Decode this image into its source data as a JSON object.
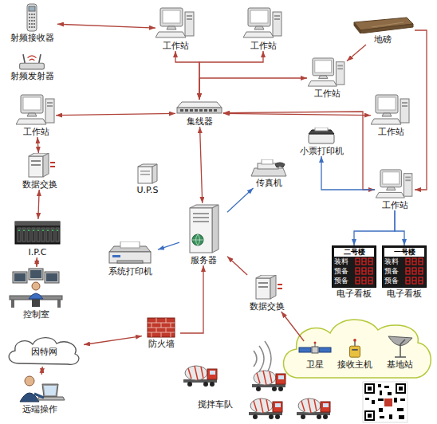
{
  "diagram": {
    "nodes": [
      {
        "text": [
          "射频接收器"
        ]
      },
      {
        "text": [
          "工作站"
        ]
      },
      {
        "text": [
          "工作站"
        ]
      },
      {
        "text": [
          "地磅"
        ]
      },
      {
        "text": [
          "射频发射器"
        ]
      },
      {
        "text": [
          "工作站"
        ]
      },
      {
        "text": [
          "集线器"
        ]
      },
      {
        "text": [
          "工作站"
        ]
      },
      {
        "text": [
          "工作站"
        ]
      },
      {
        "text": [
          "小票打印机"
        ]
      },
      {
        "text": [
          "数据交换"
        ]
      },
      {
        "text": [
          "U.P.S"
        ]
      },
      {
        "text": [
          "传真机"
        ]
      },
      {
        "text": [
          "工作站"
        ]
      },
      {
        "text": [
          "I.P.C"
        ]
      },
      {
        "text": [
          "服务器"
        ]
      },
      {
        "text": [
          "系统打印机"
        ]
      },
      {
        "text": [
          "二号楼",
          "装料",
          "预备",
          "预备",
          "电子看板"
        ]
      },
      {
        "text": [
          "一号楼",
          "装料",
          "预备",
          "预备",
          "电子看板"
        ]
      },
      {
        "text": [
          "数据交换"
        ]
      },
      {
        "text": [
          "控制室"
        ]
      },
      {
        "text": [
          "防火墙"
        ]
      },
      {
        "text": [
          "因特网"
        ]
      },
      {
        "text": [
          "卫星"
        ]
      },
      {
        "text": [
          "接收主机"
        ]
      },
      {
        "text": [
          "基地站"
        ]
      },
      {
        "text": [
          "搅拌车队"
        ]
      },
      {
        "text": [
          "远端操作"
        ]
      }
    ],
    "edges": [
      {
        "from": 0,
        "to": 1,
        "arrow": "both"
      },
      {
        "from": 6,
        "to": 1,
        "arrow": "both"
      },
      {
        "from": 6,
        "to": 2,
        "arrow": "both"
      },
      {
        "from": 6,
        "to": 5,
        "arrow": "both"
      },
      {
        "from": 3,
        "to": 5,
        "arrow": "to"
      },
      {
        "from": 3,
        "to": 13,
        "arrow": "to"
      },
      {
        "from": 6,
        "to": 7,
        "arrow": "both"
      },
      {
        "from": 6,
        "to": 8,
        "arrow": "both"
      },
      {
        "from": 6,
        "to": 13,
        "arrow": "both"
      },
      {
        "from": 13,
        "to": 9,
        "arrow": "to"
      },
      {
        "from": 13,
        "to": 17,
        "arrow": "to"
      },
      {
        "from": 13,
        "to": 18,
        "arrow": "to"
      },
      {
        "from": 7,
        "to": 10,
        "arrow": "both"
      },
      {
        "from": 10,
        "to": 14,
        "arrow": "both"
      },
      {
        "from": 14,
        "to": 20,
        "arrow": "both"
      },
      {
        "from": 6,
        "to": 15,
        "arrow": "both"
      },
      {
        "from": 15,
        "to": 12,
        "arrow": "to"
      },
      {
        "from": 15,
        "to": 16,
        "arrow": "to"
      },
      {
        "from": 21,
        "to": 15,
        "arrow": "to"
      },
      {
        "from": 22,
        "to": 21,
        "arrow": "both"
      },
      {
        "from": 22,
        "to": 27,
        "arrow": "both"
      },
      {
        "from": 19,
        "to": 15,
        "arrow": "to"
      },
      {
        "from": 23,
        "to": 19,
        "arrow": "to"
      }
    ]
  }
}
